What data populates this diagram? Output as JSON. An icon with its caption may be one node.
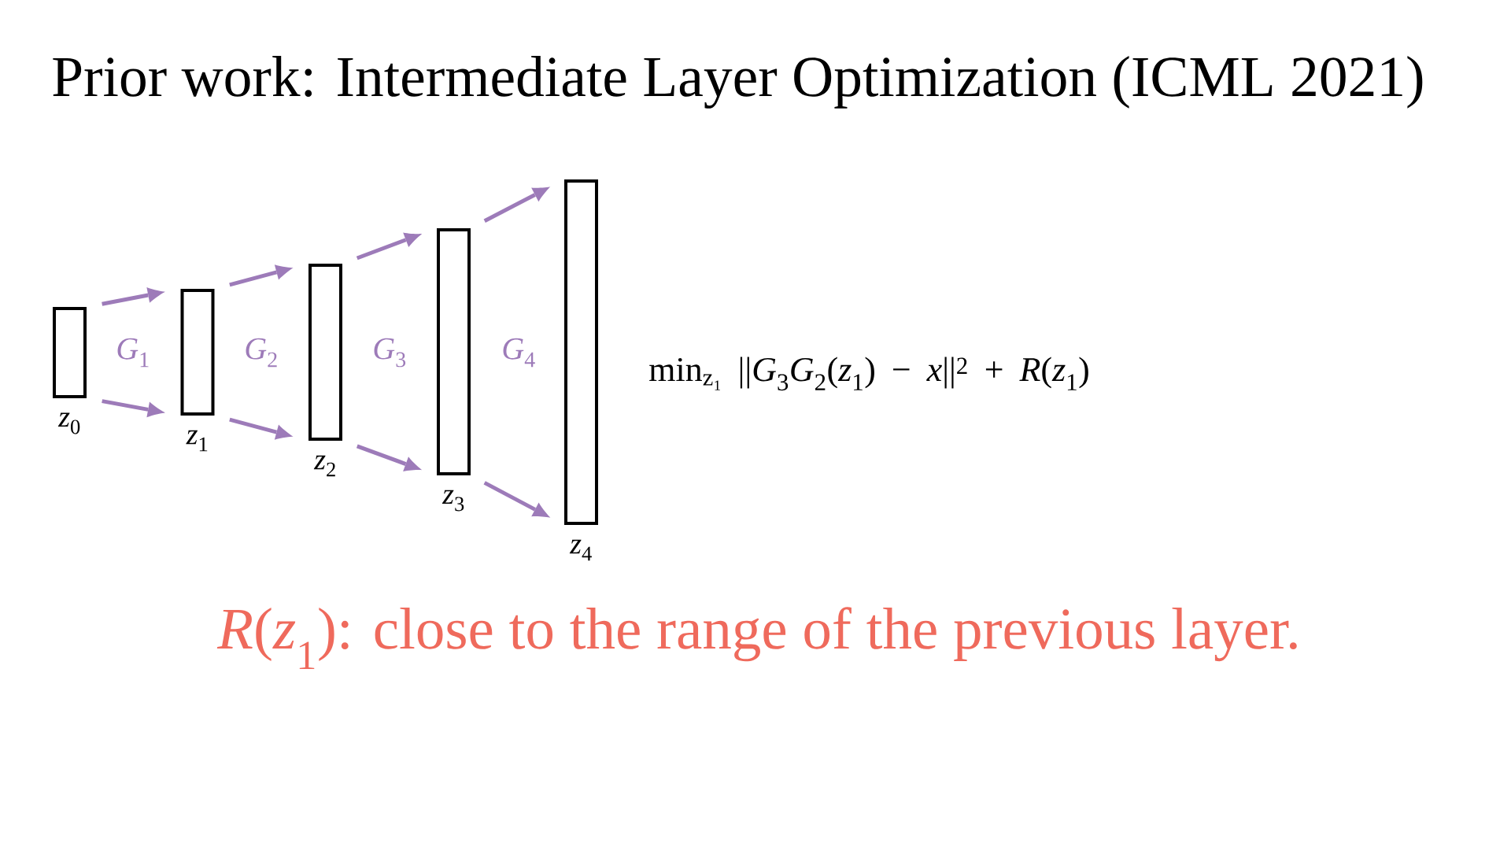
{
  "diagram": {
    "title": "Prior work: Intermediate Layer Optimization (ICML 2021)",
    "nodes": [
      {
        "text": [
          "*z*$_{0}$"
        ]
      },
      {
        "text": [
          "*z*$_{1}$"
        ]
      },
      {
        "text": [
          "*z*$_{2}$"
        ]
      },
      {
        "text": [
          "*z*$_{3}$"
        ]
      },
      {
        "text": [
          "*z*$_{4}$"
        ]
      }
    ],
    "edges": [
      {
        "from": 0,
        "to": 1,
        "arrow": "to"
      },
      {
        "from": 0,
        "to": 1,
        "arrow": "to"
      },
      {
        "from": 1,
        "to": 2,
        "arrow": "to"
      },
      {
        "from": 1,
        "to": 2,
        "arrow": "to"
      },
      {
        "from": 2,
        "to": 3,
        "arrow": "to"
      },
      {
        "from": 2,
        "to": 3,
        "arrow": "to"
      },
      {
        "from": 3,
        "to": 4,
        "arrow": "to"
      },
      {
        "from": 3,
        "to": 4,
        "arrow": "to"
      }
    ],
    "labels": [
      "*G*$_{1}$",
      "*G*$_{2}$",
      "*G*$_{3}$",
      "*G*$_{4}$",
      "min$_{z₁}$ ||*G*$_{3}$*G*$_{2}$(*z*$_{1}$) − *x*||$^{2}$ + *R*(*z*$_{1}$)",
      "*R*(*z*$_{1}$): close to the range of the previous layer."
    ]
  }
}
